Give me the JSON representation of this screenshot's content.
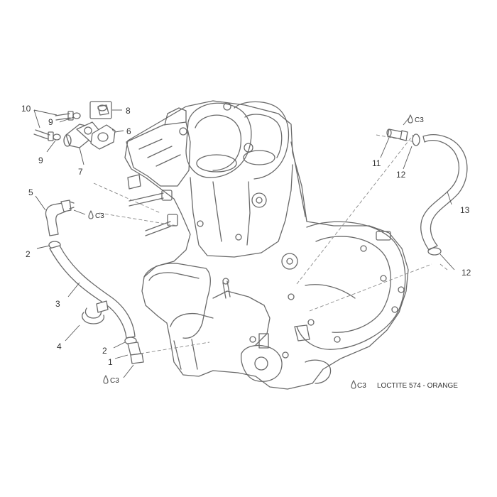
{
  "callouts": {
    "c1": "1",
    "c2a": "2",
    "c2b": "2",
    "c3": "3",
    "c4": "4",
    "c5": "5",
    "c6": "6",
    "c7": "7",
    "c8": "8",
    "c9a": "9",
    "c9b": "9",
    "c10": "10",
    "c11": "11",
    "c12a": "12",
    "c12b": "12",
    "c13": "13"
  },
  "sealant_marks": {
    "top_right": "C3",
    "left_fitting": "C3",
    "bottom_left": "C3"
  },
  "legend": {
    "code": "C3",
    "text": "LOCTITE 574 - ORANGE"
  }
}
